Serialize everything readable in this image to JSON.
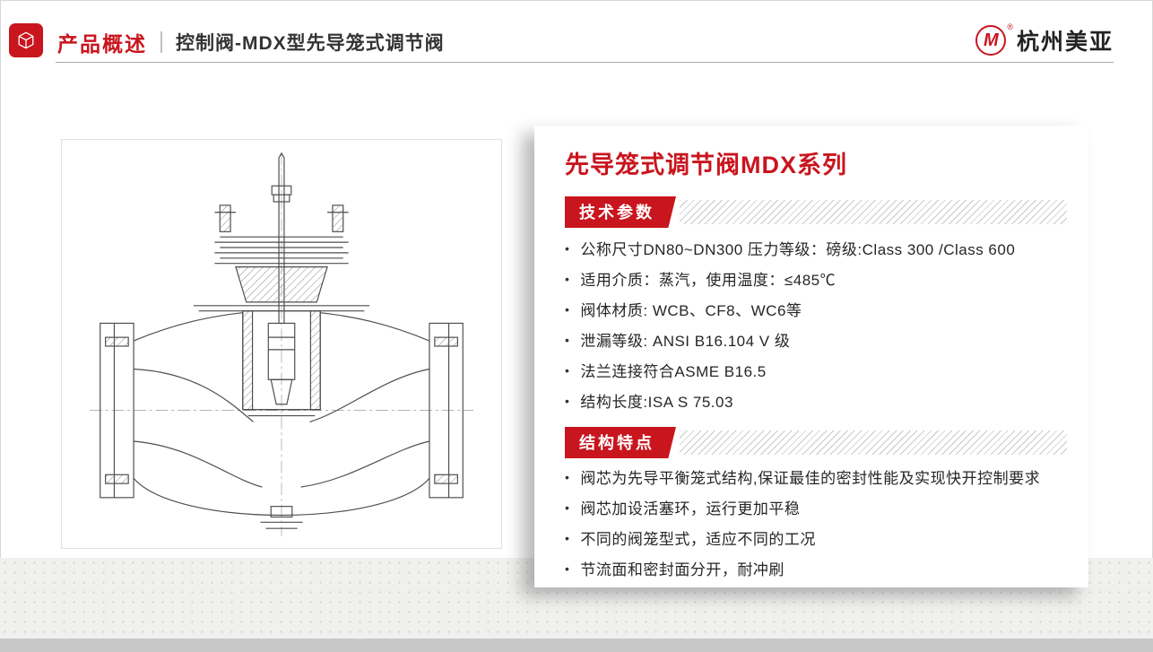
{
  "header": {
    "section_label": "产品概述",
    "divider": "",
    "title": "控制阀-MDX型先导笼式调节阀",
    "brand": {
      "mark": "M",
      "registered": "®",
      "name": "杭州美亚"
    }
  },
  "panel": {
    "title": "先导笼式调节阀MDX系列",
    "sections": [
      {
        "badge": "技术参数",
        "items": [
          "公称尺寸DN80~DN300  压力等级：磅级:Class 300 /Class 600",
          "适用介质：蒸汽，使用温度：≤485℃",
          "阀体材质: WCB、CF8、WC6等",
          "泄漏等级: ANSI B16.104 V 级",
          "法兰连接符合ASME B16.5",
          "结构长度:ISA S 75.03"
        ]
      },
      {
        "badge": "结构特点",
        "items": [
          "阀芯为先导平衡笼式结构,保证最佳的密封性能及实现快开控制要求",
          "阀芯加设活塞环，运行更加平稳",
          "不同的阀笼型式，适应不同的工况",
          "节流面和密封面分开，耐冲刷"
        ]
      }
    ]
  },
  "colors": {
    "accent": "#c9151e",
    "text": "#262626",
    "hatch": "#c9c9c9"
  }
}
